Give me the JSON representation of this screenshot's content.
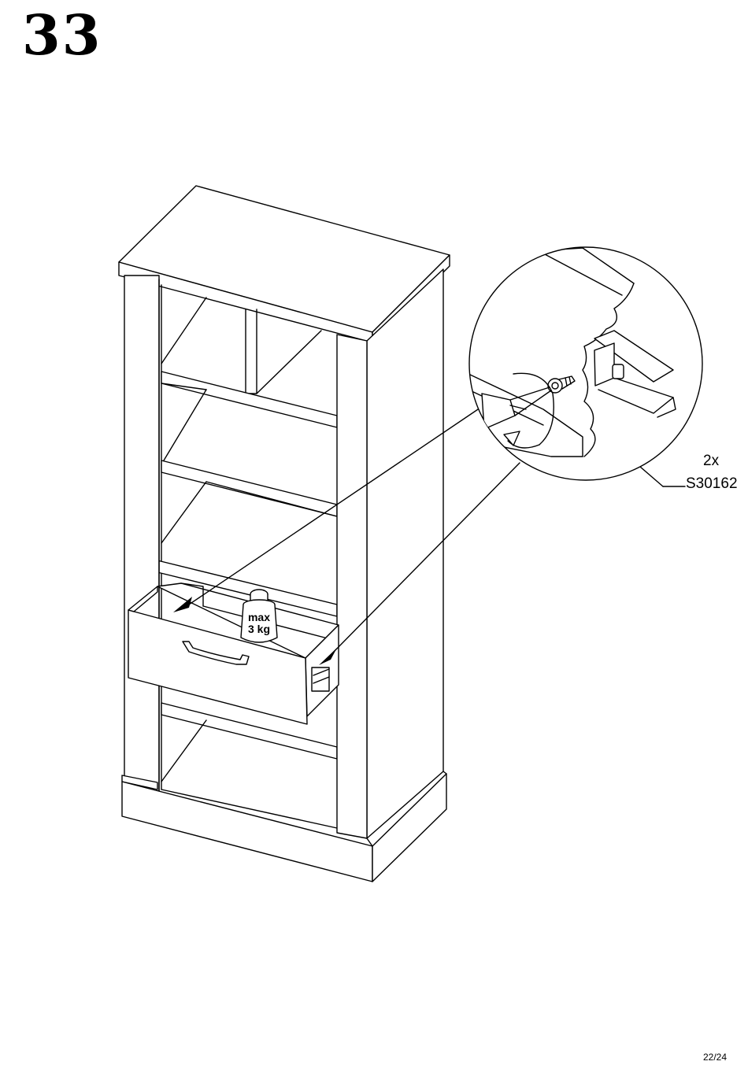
{
  "step": {
    "number": "33"
  },
  "callout": {
    "quantity": "2x",
    "part_code": "S30162"
  },
  "drawer_label": {
    "line1": "max",
    "line2": "3 kg"
  },
  "page": {
    "number": "22/24"
  },
  "icons": [
    "screwdriver-icon",
    "screw-icon",
    "rotate-arrow-icon",
    "weight-icon",
    "arrow-icon"
  ]
}
